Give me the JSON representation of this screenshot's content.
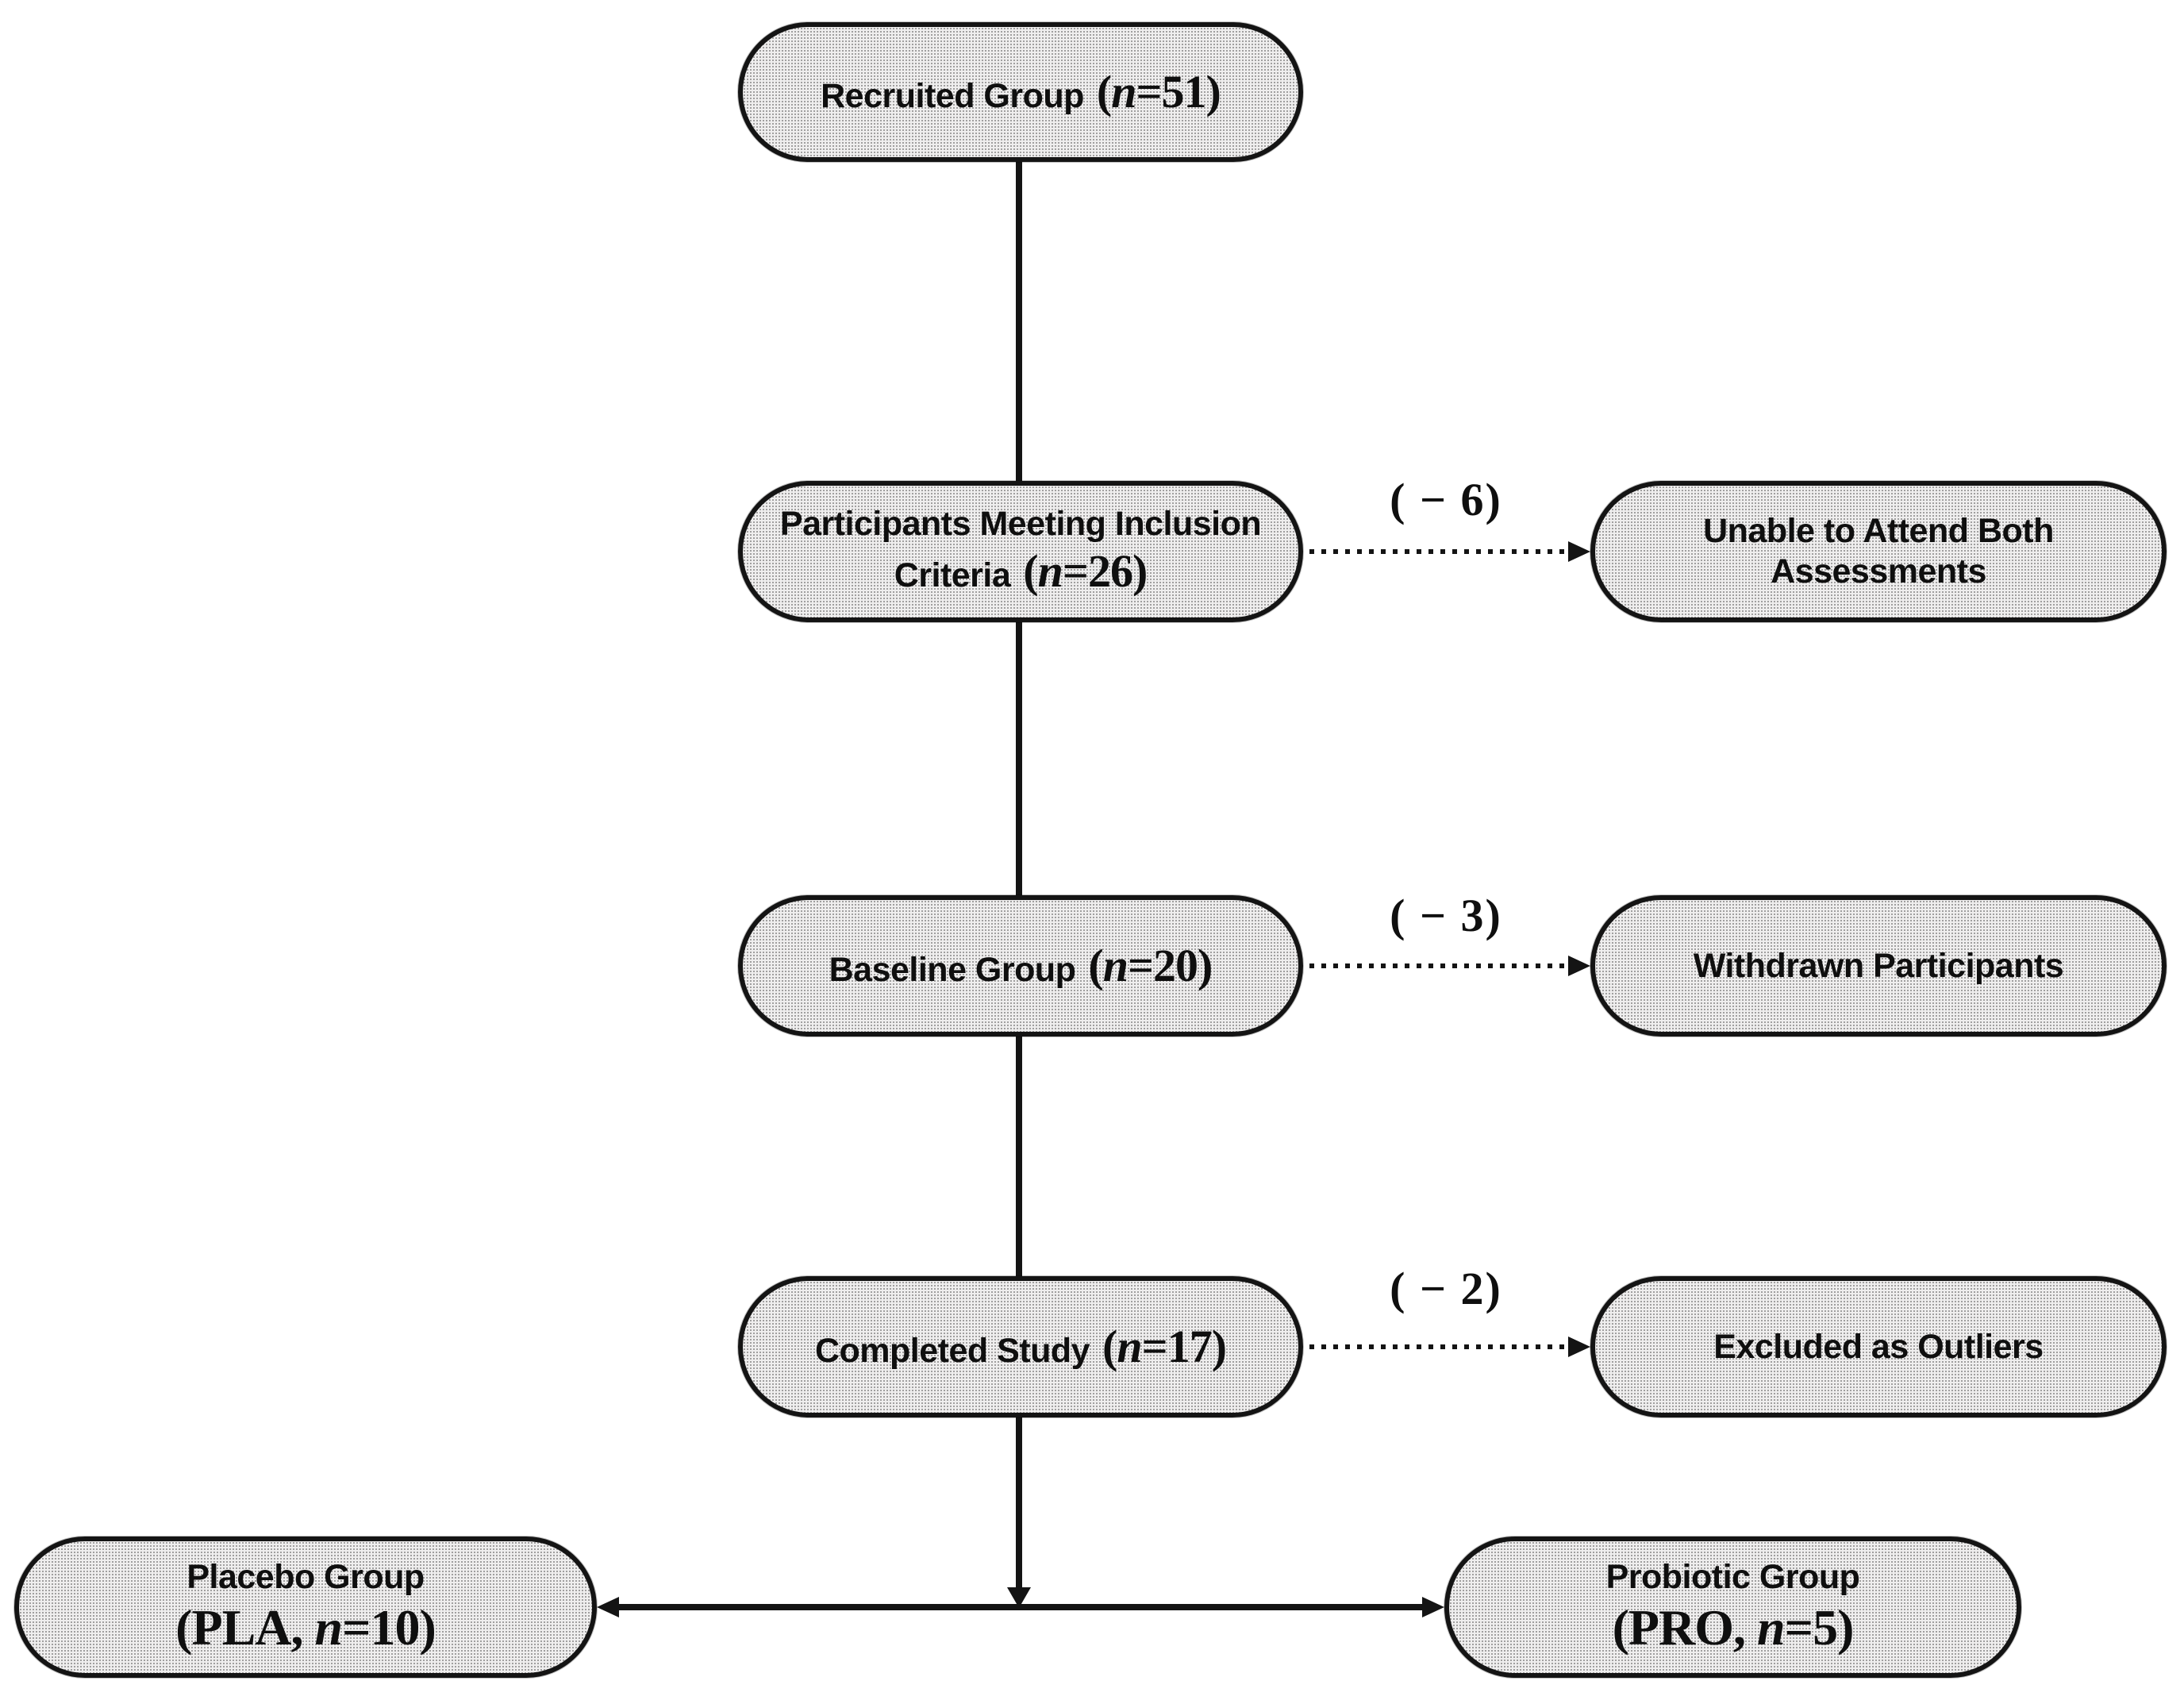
{
  "colors": {
    "box_fill": "#efeeee",
    "box_border": "#141414",
    "line_color": "#141414",
    "text_color": "#0f0f0f"
  },
  "diagram": {
    "type": "participant-flow-chart",
    "main_flow": [
      {
        "label": "Recruited Group",
        "n_prefix": "(",
        "n_italic": "n",
        "n_suffix": "=51)"
      },
      {
        "label": "Participants Meeting Inclusion",
        "label2": "Criteria",
        "n_prefix": "(",
        "n_italic": "n",
        "n_suffix": "=26)"
      },
      {
        "label": "Baseline Group",
        "n_prefix": "(",
        "n_italic": "n",
        "n_suffix": "=20)"
      },
      {
        "label": "Completed Study",
        "n_prefix": "(",
        "n_italic": "n",
        "n_suffix": "=17)"
      }
    ],
    "exclusions": [
      {
        "count": "( − 6)",
        "line1": "Unable to Attend Both",
        "line2": "Assessments"
      },
      {
        "count": "( − 3)",
        "line1": "Withdrawn Participants"
      },
      {
        "count": "( − 2)",
        "line1": "Excluded as Outliers"
      }
    ],
    "final_groups": [
      {
        "label": "Placebo Group",
        "n_prefix": "(PLA, ",
        "n_italic": "n",
        "n_suffix": "=10)"
      },
      {
        "label": "Probiotic Group",
        "n_prefix": "(PRO, ",
        "n_italic": "n",
        "n_suffix": "=5)"
      }
    ]
  }
}
